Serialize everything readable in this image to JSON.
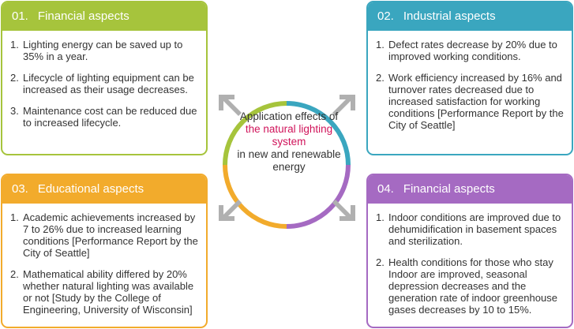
{
  "center": {
    "line1": "Application effects of",
    "highlight": "the natural lighting system",
    "line3": "in new and renewable energy"
  },
  "colors": {
    "financial": "#a6c43c",
    "industrial": "#3aa6bf",
    "educational": "#f2ab2c",
    "financial2": "#a56ac2",
    "highlight": "#d0135a",
    "arrow": "#b0b0b0"
  },
  "cards": [
    {
      "num": "01.",
      "title": "Financial aspects",
      "items": [
        {
          "n": "1.",
          "text": "Lighting energy can be saved up to 35% in a year."
        },
        {
          "n": "2.",
          "text": "Lifecycle of lighting equipment can be increased as their usage decreases."
        },
        {
          "n": "3.",
          "text": "Maintenance cost can be reduced due to increased lifecycle."
        }
      ]
    },
    {
      "num": "02.",
      "title": "Industrial aspects",
      "items": [
        {
          "n": "1.",
          "text": "Defect rates decrease by 20% due to improved working conditions."
        },
        {
          "n": "2.",
          "text": "Work efficiency increased by 16% and turnover rates decreased due to increased satisfaction for working conditions [Performance Report by the City of Seattle]"
        }
      ]
    },
    {
      "num": "03.",
      "title": "Educational aspects",
      "items": [
        {
          "n": "1.",
          "text": "Academic achievements increased by 7 to 26% due to increased learning conditions [Performance Report by the City of Seattle]"
        },
        {
          "n": "2.",
          "text": "Mathematical ability differed by 20% whether natural lighting was available or not [Study by the College of Engineering, University of Wisconsin]"
        }
      ]
    },
    {
      "num": "04.",
      "title": "Financial aspects",
      "items": [
        {
          "n": "1.",
          "text": "Indoor conditions are improved due to dehumidification in basement spaces and sterilization."
        },
        {
          "n": "2.",
          "text": "Health conditions for those who stay Indoor are improved, seasonal depression decreases and the generation rate of indoor greenhouse gases decreases by 10 to 15%."
        }
      ]
    }
  ]
}
